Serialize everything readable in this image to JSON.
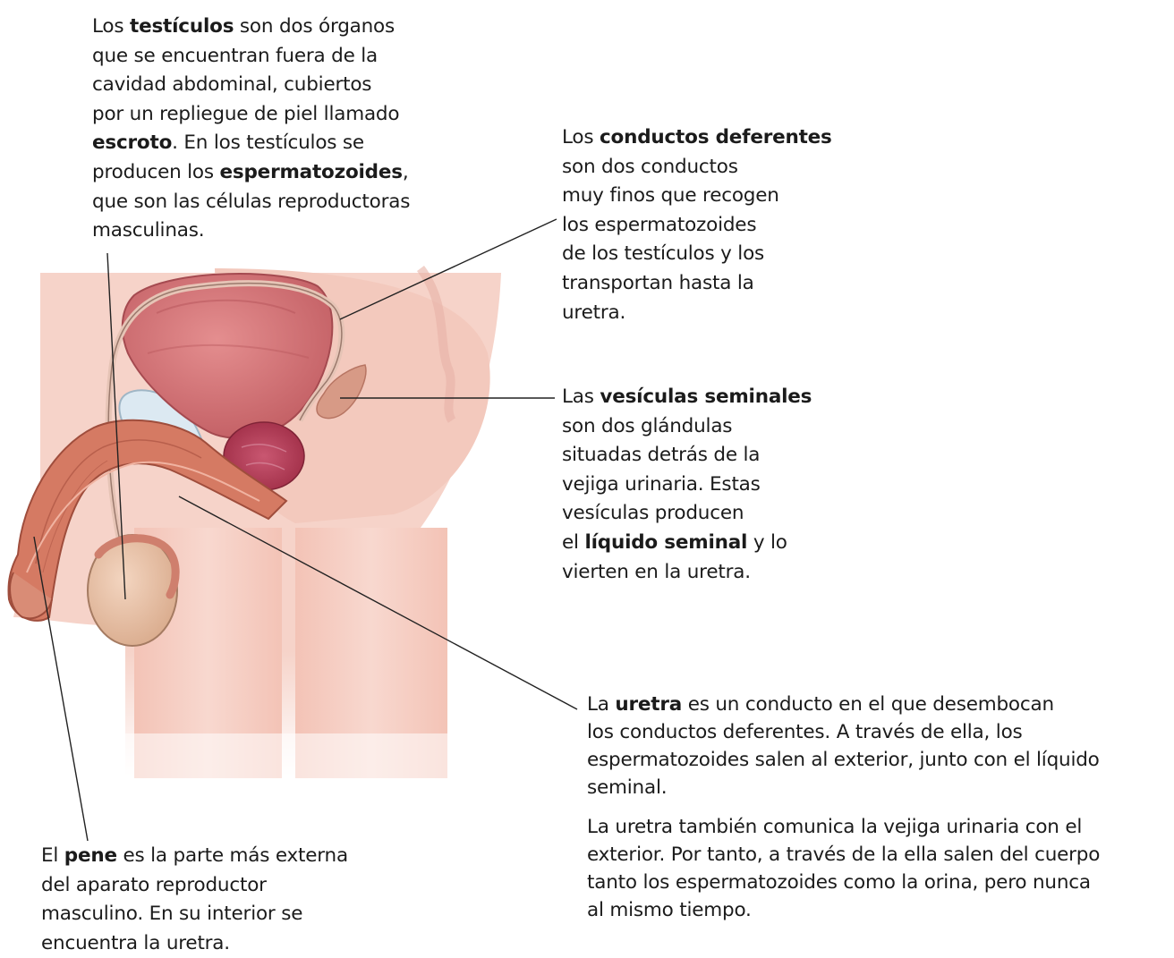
{
  "captions": {
    "testiculos": {
      "l1a": "Los ",
      "l1b": "testículos",
      "l1c": " son dos órganos",
      "l2": "que se encuentran fuera de la",
      "l3": "cavidad abdominal, cubiertos",
      "l4": "por un repliegue de piel llamado",
      "l5a": "escroto",
      "l5b": ". En los testículos se",
      "l6a": "producen los ",
      "l6b": "espermatozoides",
      "l6c": ",",
      "l7": "que son las células reproductoras",
      "l8": "masculinas."
    },
    "conductos": {
      "l1a": "Los ",
      "l1b": "conductos deferentes",
      "l2": "son dos conductos",
      "l3": "muy finos que recogen",
      "l4": "los espermatozoides",
      "l5": "de los testículos y los",
      "l6": "transportan hasta la",
      "l7": "uretra."
    },
    "vesiculas": {
      "l1a": "Las ",
      "l1b": "vesículas seminales",
      "l2": "son dos glándulas",
      "l3": "situadas detrás de la",
      "l4": "vejiga urinaria. Estas",
      "l5": "vesículas  producen",
      "l6a": "el ",
      "l6b": "líquido seminal",
      "l6c": " y lo",
      "l7": "vierten en la uretra."
    },
    "uretra": {
      "l1a": "La ",
      "l1b": "uretra",
      "l1c": " es un conducto en el que desembocan",
      "l2": "los conductos deferentes. A través de ella, los",
      "l3": "espermatozoides salen al exterior, junto con el líquido",
      "l4": "seminal.",
      "p2l1": "La uretra también comunica la vejiga urinaria con el",
      "p2l2": "exterior. Por tanto, a través de la ella salen del cuerpo",
      "p2l3": "tanto los espermatozoides como la orina, pero nunca",
      "p2l4": "al mismo tiempo."
    },
    "pene": {
      "l1a": "El ",
      "l1b": "pene",
      "l1c": " es la parte más externa",
      "l2": "del aparato reproductor",
      "l3": "masculino. En su interior se",
      "l4": "encuentra la uretra."
    }
  },
  "colors": {
    "skin": "#f6d3c9",
    "skin_dark": "#efc0b2",
    "bladder": "#d9787a",
    "bladder_dark": "#b65459",
    "prostate": "#b33a52",
    "seminal_vesicle": "#d79a86",
    "pubic_bone": "#dce9f2",
    "penis_tissue": "#d57a63",
    "testis": "#e9c0a5",
    "epididymis": "#cf7f6d",
    "leader_line": "#222222"
  }
}
